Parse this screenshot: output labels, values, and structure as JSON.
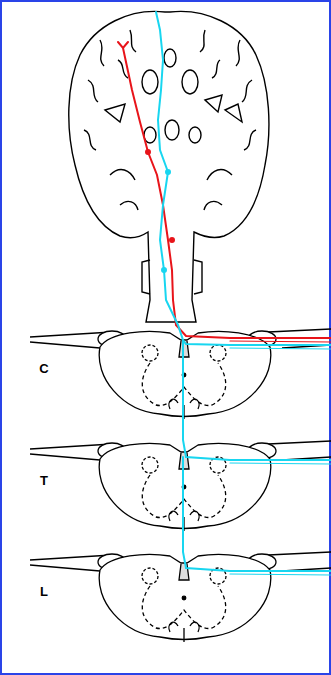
{
  "diagram": {
    "labels": [
      "C",
      "T",
      "L"
    ]
  }
}
